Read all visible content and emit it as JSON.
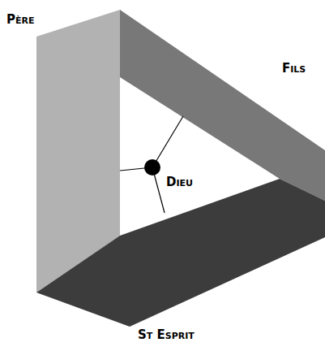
{
  "diagram": {
    "labels": [
      "Père",
      "Fils",
      "Dieu",
      "St Esprit"
    ]
  }
}
